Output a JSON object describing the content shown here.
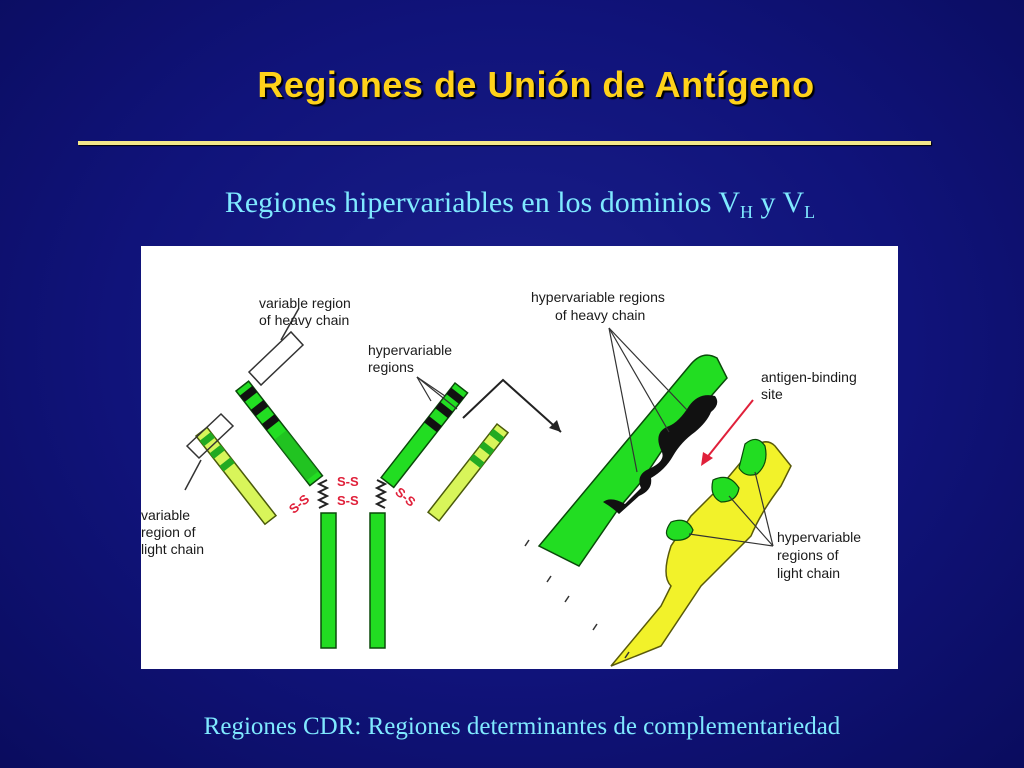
{
  "slide": {
    "title": "Regiones de Unión de Antígeno",
    "subtitle": {
      "prefix": "Regiones hipervariables en los dominios V",
      "sub1": "H",
      "middle": " y V",
      "sub2": "L"
    },
    "footer": "Regiones CDR: Regiones determinantes de complementariedad"
  },
  "figure": {
    "labels": {
      "variable_heavy": [
        "variable region",
        "of heavy chain"
      ],
      "hypervariable": [
        "hypervariable",
        "regions"
      ],
      "variable_light": [
        "variable",
        "region of",
        "light chain"
      ],
      "hypervariable_heavy": [
        "hypervariable regions",
        "of heavy chain"
      ],
      "antigen_site": [
        "antigen-binding",
        "site"
      ],
      "hypervariable_light": [
        "hypervariable",
        "regions of",
        "light chain"
      ],
      "disulfide": "S-S"
    },
    "colors": {
      "heavy": "#22dd22",
      "light": "#d8f55a",
      "light_zoom": "#f2f22a",
      "band": "#111111",
      "disulfide": "#e0203a",
      "arrow": "#e0203a"
    }
  }
}
